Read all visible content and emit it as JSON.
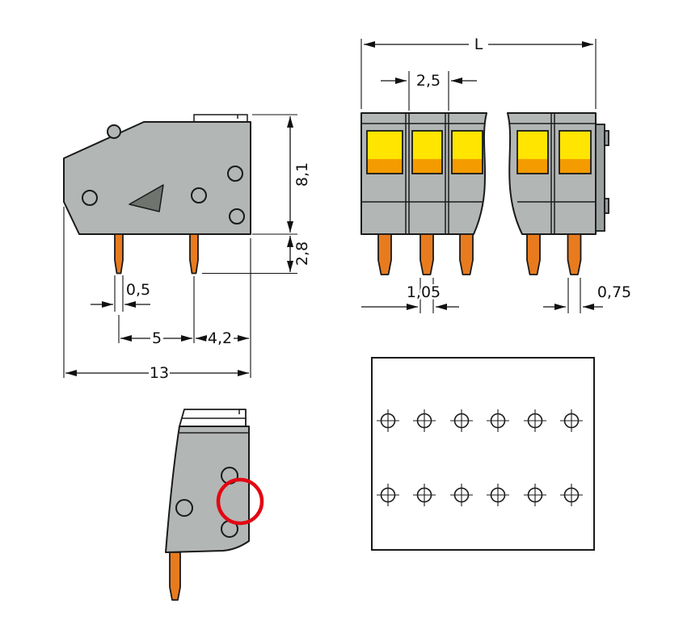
{
  "drawing": {
    "colors": {
      "body_gray": "#b2b6b5",
      "body_gray_dark": "#9aa09f",
      "wedge_dark": "#6f746e",
      "pin_orange": "#e87b1e",
      "lever_yellow": "#ffe500",
      "lever_orange": "#f49b00",
      "highlight_red": "#e30613"
    },
    "side_view": {
      "dim_height": "8,1",
      "dim_pin_length": "2,8",
      "dim_pin_width": "0,5",
      "dim_pitch": "5",
      "dim_edge": "4,2",
      "dim_total_width": "13"
    },
    "front_view": {
      "dim_length": "L",
      "dim_pitch": "2,5",
      "dim_pin_width": "1,05",
      "dim_pin_depth": "0,75"
    },
    "drilling_plan": {
      "rows": 2,
      "cols": 6
    }
  }
}
